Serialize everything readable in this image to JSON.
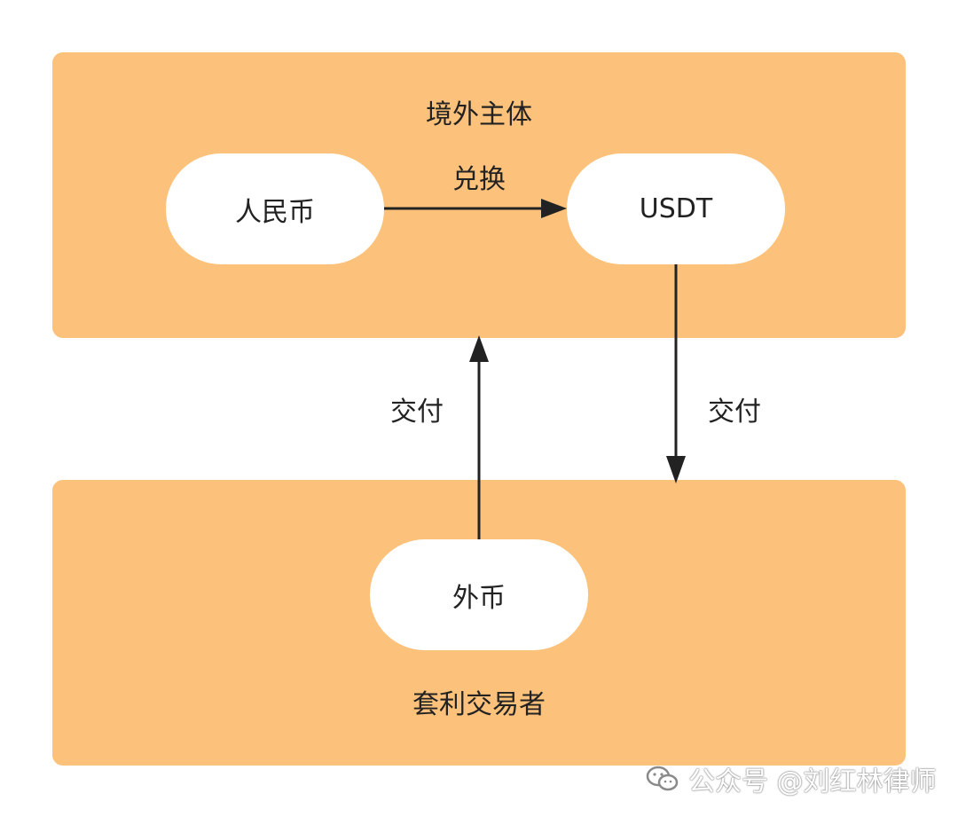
{
  "top_group": {
    "title": "境外主体",
    "node_left": "人民币",
    "node_right": "USDT",
    "edge_label": "兑换"
  },
  "bottom_group": {
    "title": "套利交易者",
    "node": "外币"
  },
  "edges": {
    "fx_to_top_label": "交付",
    "usdt_to_bottom_label": "交付"
  },
  "watermark": {
    "text": "公众号 @刘红林律师",
    "icon": "wechat-icon"
  },
  "colors": {
    "panel_fill": "#fcc17a",
    "node_fill": "#ffffff",
    "arrow": "#222222"
  }
}
